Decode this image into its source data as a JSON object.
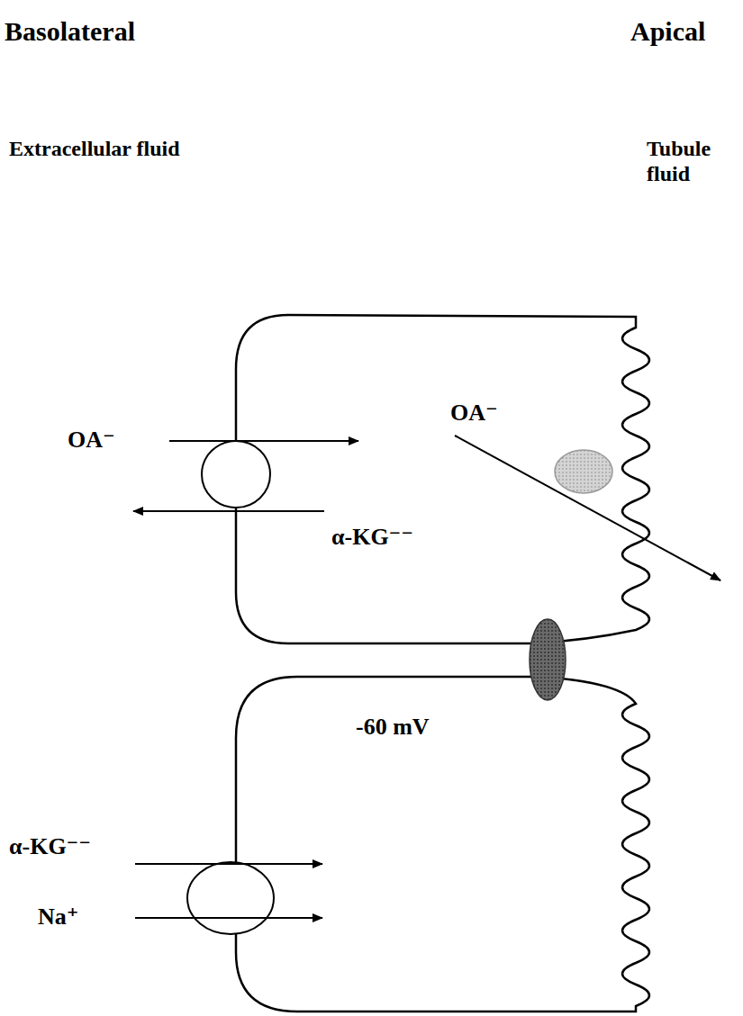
{
  "diagram": {
    "labels": [
      "Basolateral",
      "Apical",
      "Extracellular fluid",
      "Tubule fluid",
      "OA⁻",
      "OA⁻",
      "α-KG⁻⁻",
      "-60 mV",
      "α-KG⁻⁻",
      "Na⁺"
    ]
  }
}
